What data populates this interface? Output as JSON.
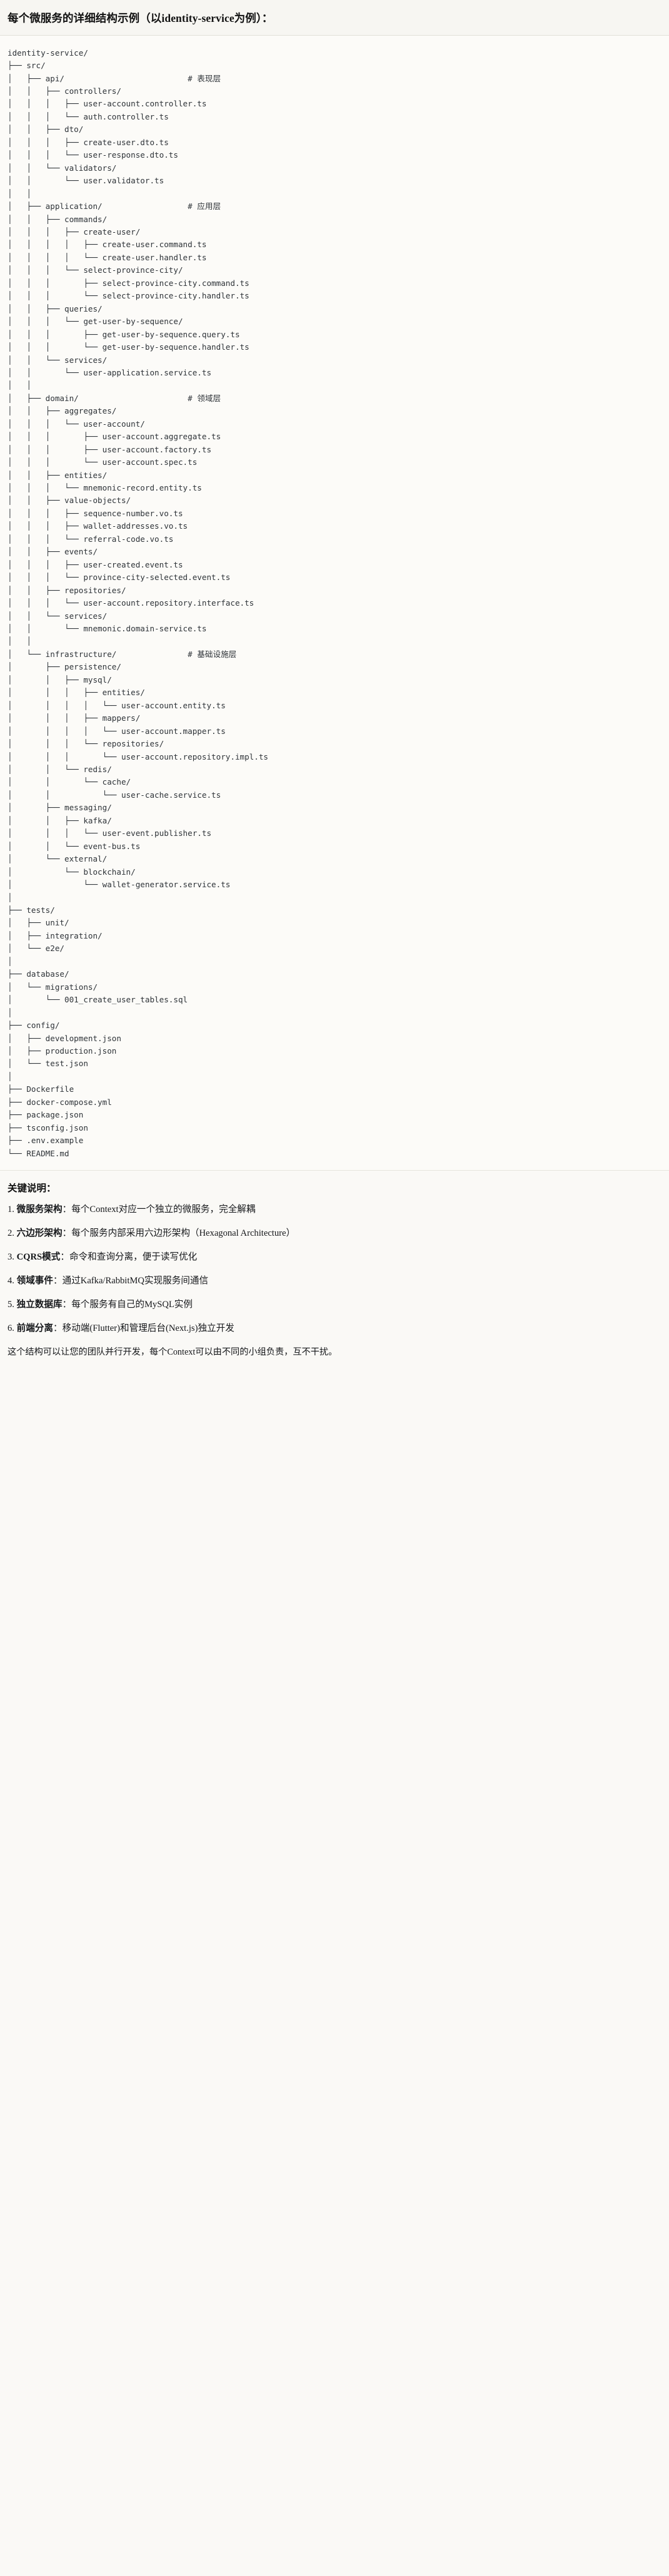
{
  "header": {
    "title": "每个微服务的详细结构示例（以identity-service为例）："
  },
  "tree": {
    "text": "identity-service/\n├── src/\n│   ├── api/                          # 表现层\n│   │   ├── controllers/\n│   │   │   ├── user-account.controller.ts\n│   │   │   └── auth.controller.ts\n│   │   ├── dto/\n│   │   │   ├── create-user.dto.ts\n│   │   │   └── user-response.dto.ts\n│   │   └── validators/\n│   │       └── user.validator.ts\n│   │\n│   ├── application/                  # 应用层\n│   │   ├── commands/\n│   │   │   ├── create-user/\n│   │   │   │   ├── create-user.command.ts\n│   │   │   │   └── create-user.handler.ts\n│   │   │   └── select-province-city/\n│   │   │       ├── select-province-city.command.ts\n│   │   │       └── select-province-city.handler.ts\n│   │   ├── queries/\n│   │   │   └── get-user-by-sequence/\n│   │   │       ├── get-user-by-sequence.query.ts\n│   │   │       └── get-user-by-sequence.handler.ts\n│   │   └── services/\n│   │       └── user-application.service.ts\n│   │\n│   ├── domain/                       # 领域层\n│   │   ├── aggregates/\n│   │   │   └── user-account/\n│   │   │       ├── user-account.aggregate.ts\n│   │   │       ├── user-account.factory.ts\n│   │   │       └── user-account.spec.ts\n│   │   ├── entities/\n│   │   │   └── mnemonic-record.entity.ts\n│   │   ├── value-objects/\n│   │   │   ├── sequence-number.vo.ts\n│   │   │   ├── wallet-addresses.vo.ts\n│   │   │   └── referral-code.vo.ts\n│   │   ├── events/\n│   │   │   ├── user-created.event.ts\n│   │   │   └── province-city-selected.event.ts\n│   │   ├── repositories/\n│   │   │   └── user-account.repository.interface.ts\n│   │   └── services/\n│   │       └── mnemonic.domain-service.ts\n│   │\n│   └── infrastructure/               # 基础设施层\n│       ├── persistence/\n│       │   ├── mysql/\n│       │   │   ├── entities/\n│       │   │   │   └── user-account.entity.ts\n│       │   │   ├── mappers/\n│       │   │   │   └── user-account.mapper.ts\n│       │   │   └── repositories/\n│       │   │       └── user-account.repository.impl.ts\n│       │   └── redis/\n│       │       └── cache/\n│       │           └── user-cache.service.ts\n│       ├── messaging/\n│       │   ├── kafka/\n│       │   │   └── user-event.publisher.ts\n│       │   └── event-bus.ts\n│       └── external/\n│           └── blockchain/\n│               └── wallet-generator.service.ts\n│\n├── tests/\n│   ├── unit/\n│   ├── integration/\n│   └── e2e/\n│\n├── database/\n│   └── migrations/\n│       └── 001_create_user_tables.sql\n│\n├── config/\n│   ├── development.json\n│   ├── production.json\n│   └── test.json\n│\n├── Dockerfile\n├── docker-compose.yml\n├── package.json\n├── tsconfig.json\n├── .env.example\n└── README.md"
  },
  "notes": {
    "heading": "关键说明：",
    "items": [
      {
        "num": "1.",
        "strong": "微服务架构",
        "rest": "：每个Context对应一个独立的微服务，完全解耦"
      },
      {
        "num": "2.",
        "strong": "六边形架构",
        "rest": "：每个服务内部采用六边形架构（Hexagonal Architecture）"
      },
      {
        "num": "3.",
        "strong": "CQRS模式",
        "rest": "：命令和查询分离，便于读写优化"
      },
      {
        "num": "4.",
        "strong": "领域事件",
        "rest": "：通过Kafka/RabbitMQ实现服务间通信"
      },
      {
        "num": "5.",
        "strong": "独立数据库",
        "rest": "：每个服务有自己的MySQL实例"
      },
      {
        "num": "6.",
        "strong": "前端分离",
        "rest": "：移动端(Flutter)和管理后台(Next.js)独立开发"
      }
    ],
    "closing": "这个结构可以让您的团队并行开发，每个Context可以由不同的小组负责，互不干扰。"
  },
  "colors": {
    "page_bg": "#faf9f6",
    "code_bg": "#fcfbf8",
    "header_bg": "#f7f6f2",
    "text": "#15171a",
    "code_text": "#2e3338",
    "rule": "#e2e0d8"
  }
}
